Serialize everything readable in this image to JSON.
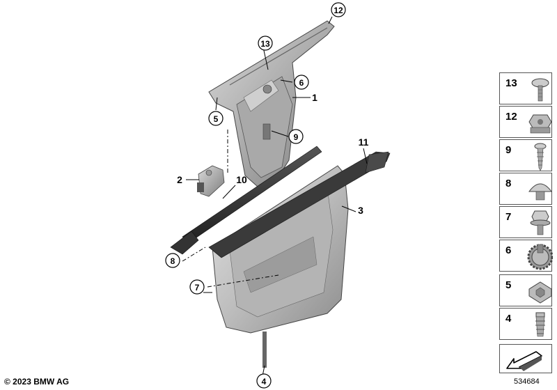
{
  "copyright": "© 2023 BMW AG",
  "diagram_id": "534684",
  "callouts": [
    {
      "id": "12",
      "style": "circle"
    },
    {
      "id": "13",
      "style": "circle"
    },
    {
      "id": "6",
      "style": "circle"
    },
    {
      "id": "1",
      "style": "plain"
    },
    {
      "id": "5",
      "style": "circle"
    },
    {
      "id": "9",
      "style": "circle"
    },
    {
      "id": "11",
      "style": "plain"
    },
    {
      "id": "2",
      "style": "plain"
    },
    {
      "id": "10",
      "style": "plain"
    },
    {
      "id": "3",
      "style": "plain"
    },
    {
      "id": "8",
      "style": "circle"
    },
    {
      "id": "7",
      "style": "circle"
    },
    {
      "id": "4",
      "style": "circle"
    }
  ],
  "legend": [
    {
      "num": "13",
      "icon": "mushroom-head-screw-icon"
    },
    {
      "num": "12",
      "icon": "hex-collar-nut-icon"
    },
    {
      "num": "9",
      "icon": "self-tapping-screw-icon"
    },
    {
      "num": "8",
      "icon": "expanding-rivet-icon"
    },
    {
      "num": "7",
      "icon": "hex-flange-bolt-icon"
    },
    {
      "num": "6",
      "icon": "toothed-lock-washer-icon"
    },
    {
      "num": "5",
      "icon": "clip-nut-icon"
    },
    {
      "num": "4",
      "icon": "spreader-screw-icon"
    }
  ]
}
